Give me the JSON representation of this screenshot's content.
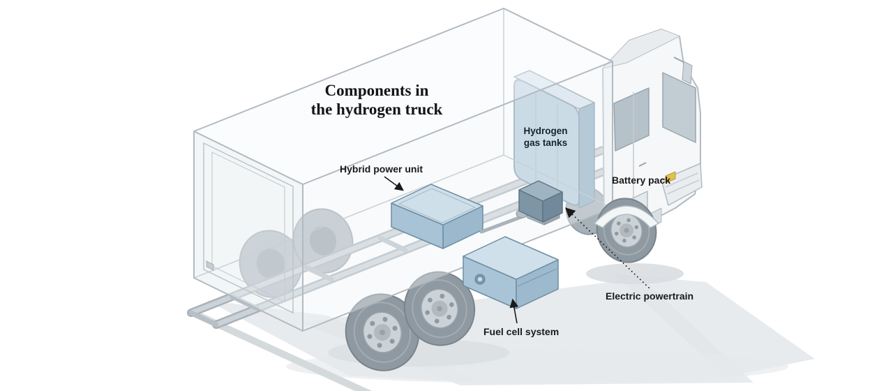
{
  "title": {
    "line1": "Components in",
    "line2": "the hydrogen truck"
  },
  "labels": {
    "hybrid_power_unit": "Hybrid power unit",
    "hydrogen_line1": "Hydrogen",
    "hydrogen_line2": "gas tanks",
    "battery_pack": "Battery pack",
    "electric_powertrain": "Electric powertrain",
    "fuel_cell_system": "Fuel cell system"
  },
  "colors": {
    "background": "#ffffff",
    "truck_outline": "#b2bac1",
    "truck_fill": "#f2f5f6",
    "component_blue": "#9db9cd",
    "component_blue_light": "#cfe0ea",
    "tank_blue": "#b5cbdd",
    "battery_slate": "#7e95a5",
    "wheel_gray": "#8f99a1",
    "shadow_gray": "#e2e6e9",
    "label_text": "#1a1a1a",
    "headlight_yellow": "#e3c04c"
  }
}
